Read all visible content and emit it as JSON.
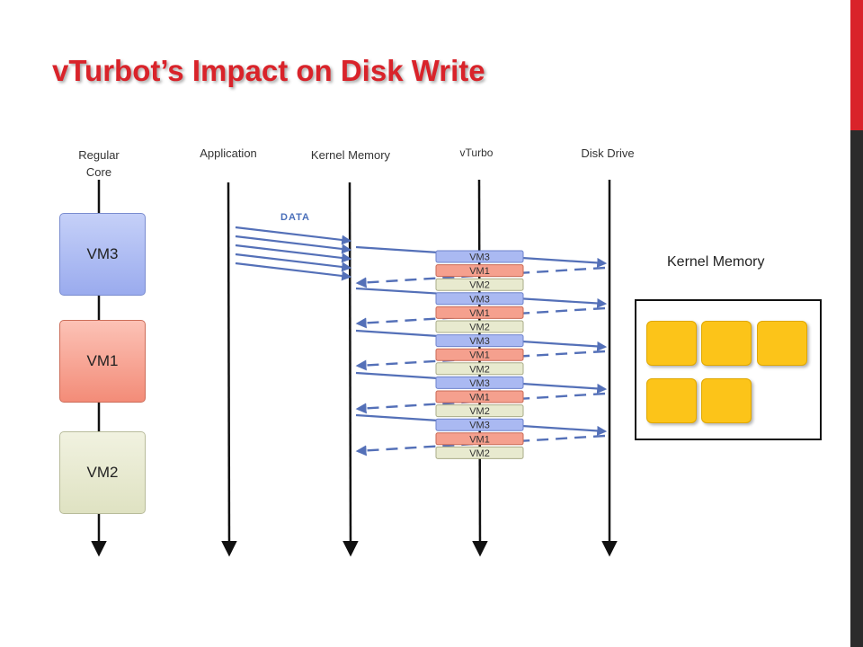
{
  "title": "vTurbot’s Impact on Disk Write",
  "columns": {
    "regular_core": "Regular\nCore",
    "application": "Application",
    "kernel_memory": "Kernel Memory",
    "vturbo": "vTurbo",
    "disk_drive": "Disk Drive"
  },
  "data_label": "DATA",
  "vms": [
    "VM3",
    "VM1",
    "VM2"
  ],
  "queue_slots": [
    "VM3",
    "VM1",
    "VM2",
    "VM3",
    "VM1",
    "VM2",
    "VM3",
    "VM1",
    "VM2",
    "VM3",
    "VM1",
    "VM2",
    "VM3",
    "VM1",
    "VM2"
  ],
  "kernel_memory_panel": {
    "label": "Kernel Memory",
    "block_count": 5
  },
  "colors": {
    "title": "#d9232a",
    "arrow": "#5470b8",
    "vm3": "#aab9f2",
    "vm1": "#f5a08e",
    "vm2": "#e8eacf",
    "memory_block": "#fcc419",
    "accent_bar": "#d9232a"
  }
}
